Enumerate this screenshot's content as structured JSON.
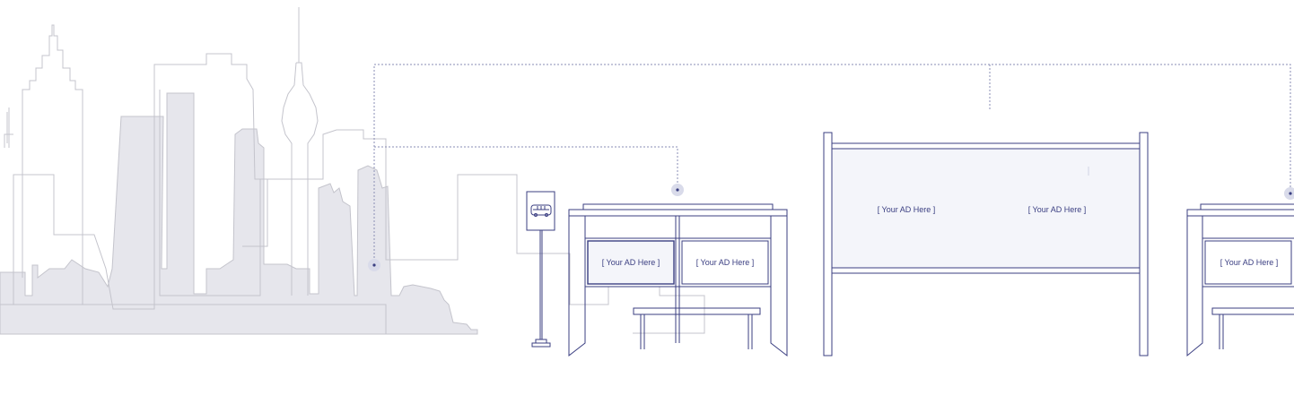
{
  "illustration": {
    "bus_stop_sign_icon": "bus-icon",
    "ad_panels": [
      {
        "label": "[ Your AD Here ]"
      },
      {
        "label": "[ Your AD Here ]"
      },
      {
        "label": "[ Your AD Here ]"
      },
      {
        "label": "[ Your AD Here ]"
      },
      {
        "label": "[ Your AD Here ]"
      }
    ]
  },
  "colors": {
    "line": "#3b3f82",
    "dotted_line": "#8a8db5",
    "skyline_fill": "#e6e6ec",
    "skyline_stroke": "#c4c4cc",
    "panel_fill": "#f4f5fa",
    "marker_fill": "#d9dbea"
  }
}
